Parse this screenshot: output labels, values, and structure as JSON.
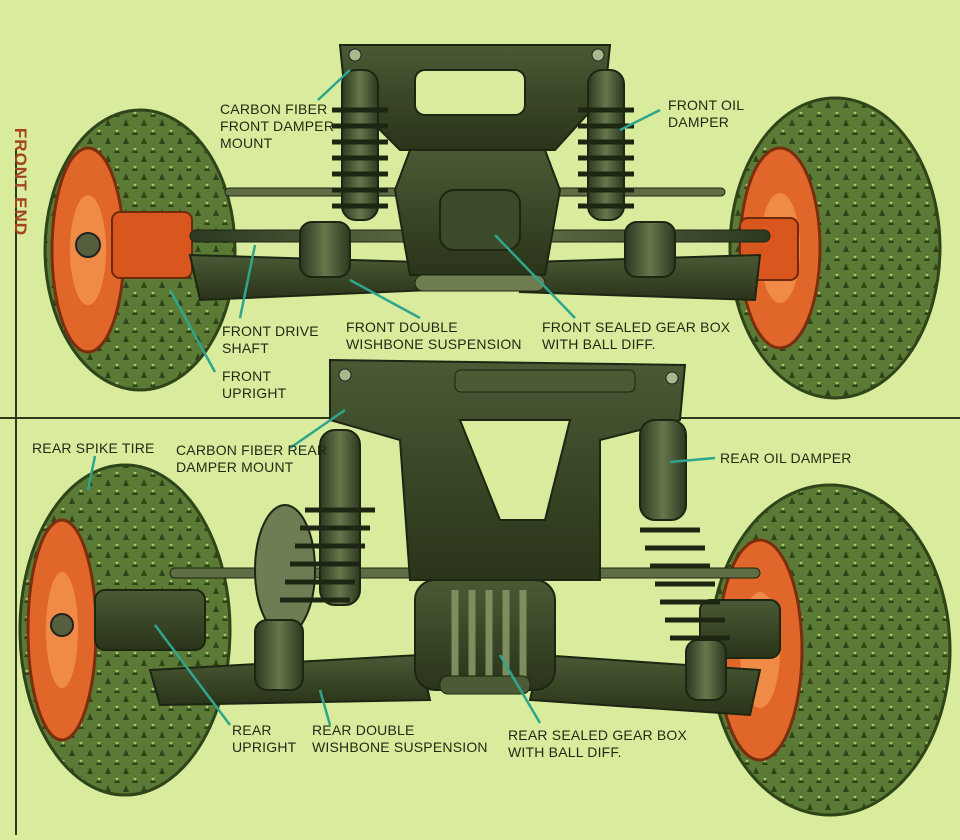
{
  "section_title": "FRONT END",
  "colors": {
    "background": "#d9eb9c",
    "rim": "#e1662a",
    "tire": "#5b7a35",
    "metal": "#3c4a2b",
    "leader": "#2fa58d"
  },
  "labels": {
    "carbon_front_mount": [
      "CARBON FIBER",
      "FRONT DAMPER",
      "MOUNT"
    ],
    "front_oil_damper": [
      "FRONT OIL",
      "DAMPER"
    ],
    "front_drive_shaft": [
      "FRONT DRIVE",
      "SHAFT"
    ],
    "front_upright": [
      "FRONT",
      "UPRIGHT"
    ],
    "front_double_wishbone": [
      "FRONT DOUBLE",
      "WISHBONE SUSPENSION"
    ],
    "front_gear_box": [
      "FRONT SEALED GEAR BOX",
      "WITH BALL DIFF."
    ],
    "rear_spike_tire": [
      "REAR SPIKE TIRE"
    ],
    "carbon_rear_mount": [
      "CARBON FIBER REAR",
      "DAMPER MOUNT"
    ],
    "rear_oil_damper": [
      "REAR OIL DAMPER"
    ],
    "rear_upright": [
      "REAR",
      "UPRIGHT"
    ],
    "rear_double_wishbone": [
      "REAR DOUBLE",
      "WISHBONE SUSPENSION"
    ],
    "rear_gear_box": [
      "REAR SEALED GEAR BOX",
      "WITH BALL DIFF."
    ]
  }
}
